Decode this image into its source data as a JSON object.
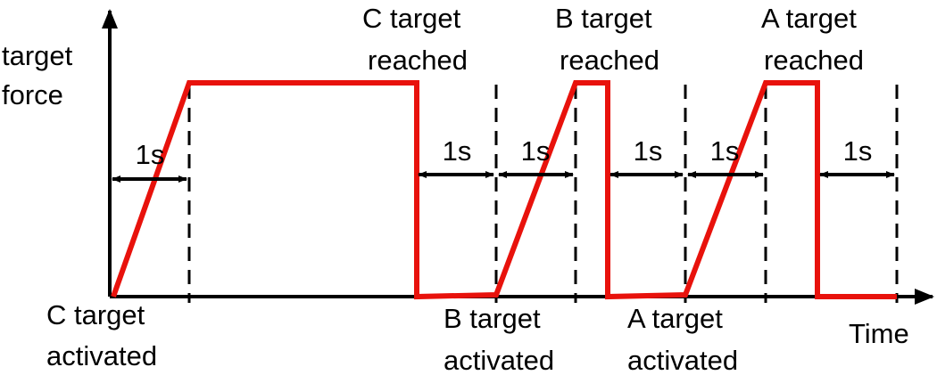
{
  "axes": {
    "y_label_line1": "target",
    "y_label_line2": "force",
    "x_label": "Time"
  },
  "labels": {
    "c_reached_line1": "C target",
    "c_reached_line2": "reached",
    "b_reached_line1": "B target",
    "b_reached_line2": "reached",
    "a_reached_line1": "A target",
    "a_reached_line2": "reached",
    "c_activated_line1": "C target",
    "c_activated_line2": "activated",
    "b_activated_line1": "B target",
    "b_activated_line2": "activated",
    "a_activated_line1": "A target",
    "a_activated_line2": "activated"
  },
  "intervals": {
    "duration_label": "1s"
  },
  "colors": {
    "force_trace": "#e8120c",
    "axis": "#000000",
    "markers": "#000000"
  }
}
